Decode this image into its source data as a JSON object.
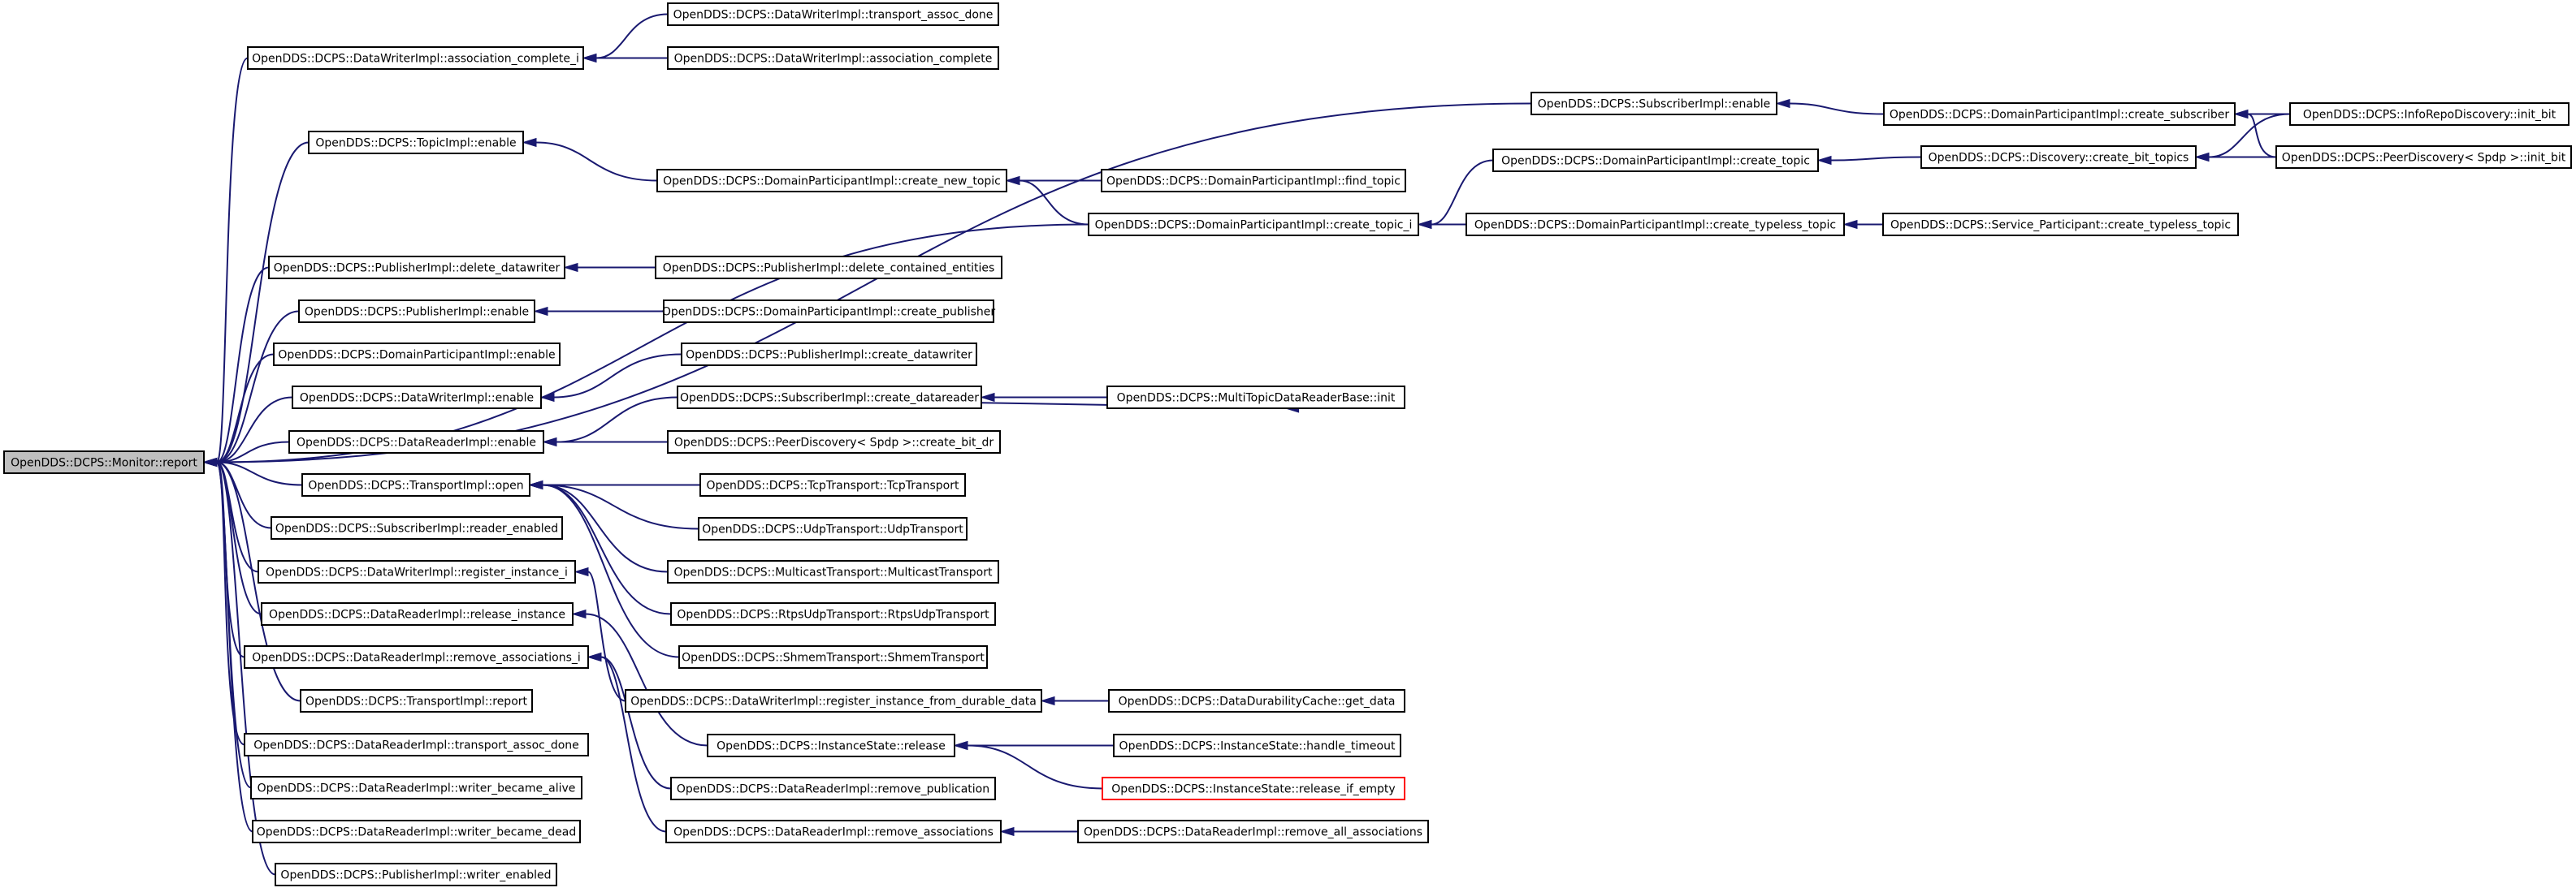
{
  "graph": {
    "direction": "right-to-left callers",
    "colors": {
      "edge": "#191970",
      "root_fill": "#bfbfbf",
      "highlight_border": "#ff0000",
      "node_border": "#000000"
    },
    "nodes": {
      "report": "OpenDDS::DCPS::Monitor::report",
      "dwi_assoc_complete_i": "OpenDDS::DCPS::DataWriterImpl::association_complete_i",
      "dwi_transport_assoc_done": "OpenDDS::DCPS::DataWriterImpl::transport_assoc_done",
      "dwi_assoc_complete": "OpenDDS::DCPS::DataWriterImpl::association_complete",
      "subi_enable": "OpenDDS::DCPS::SubscriberImpl::enable",
      "dpi_create_subscriber": "OpenDDS::DCPS::DomainParticipantImpl::create_subscriber",
      "inforepo_init_bit": "OpenDDS::DCPS::InfoRepoDiscovery::init_bit",
      "topici_enable": "OpenDDS::DCPS::TopicImpl::enable",
      "dpi_create_topic": "OpenDDS::DCPS::DomainParticipantImpl::create_topic",
      "disc_create_bit_topics": "OpenDDS::DCPS::Discovery::create_bit_topics",
      "peer_init_bit": "OpenDDS::DCPS::PeerDiscovery< Spdp >::init_bit",
      "dpi_create_new_topic": "OpenDDS::DCPS::DomainParticipantImpl::create_new_topic",
      "dpi_find_topic": "OpenDDS::DCPS::DomainParticipantImpl::find_topic",
      "dpi_create_topic_i": "OpenDDS::DCPS::DomainParticipantImpl::create_topic_i",
      "dpi_create_typeless_topic": "OpenDDS::DCPS::DomainParticipantImpl::create_typeless_topic",
      "sp_create_typeless_topic": "OpenDDS::DCPS::Service_Participant::create_typeless_topic",
      "pubi_delete_datawriter": "OpenDDS::DCPS::PublisherImpl::delete_datawriter",
      "pubi_delete_contained_entities": "OpenDDS::DCPS::PublisherImpl::delete_contained_entities",
      "pubi_enable": "OpenDDS::DCPS::PublisherImpl::enable",
      "dpi_create_publisher": "OpenDDS::DCPS::DomainParticipantImpl::create_publisher",
      "dpi_enable": "OpenDDS::DCPS::DomainParticipantImpl::enable",
      "pubi_create_datawriter": "OpenDDS::DCPS::PublisherImpl::create_datawriter",
      "dwi_enable": "OpenDDS::DCPS::DataWriterImpl::enable",
      "subi_create_datareader": "OpenDDS::DCPS::SubscriberImpl::create_datareader",
      "mtdrb_init": "OpenDDS::DCPS::MultiTopicDataReaderBase::init",
      "dri_enable": "OpenDDS::DCPS::DataReaderImpl::enable",
      "peer_create_bit_dr": "OpenDDS::DCPS::PeerDiscovery< Spdp >::create_bit_dr",
      "ti_open": "OpenDDS::DCPS::TransportImpl::open",
      "tcp_transport": "OpenDDS::DCPS::TcpTransport::TcpTransport",
      "subi_reader_enabled": "OpenDDS::DCPS::SubscriberImpl::reader_enabled",
      "udp_transport": "OpenDDS::DCPS::UdpTransport::UdpTransport",
      "dwi_register_instance_i": "OpenDDS::DCPS::DataWriterImpl::register_instance_i",
      "mcast_transport": "OpenDDS::DCPS::MulticastTransport::MulticastTransport",
      "dri_release_instance": "OpenDDS::DCPS::DataReaderImpl::release_instance",
      "rtps_transport": "OpenDDS::DCPS::RtpsUdpTransport::RtpsUdpTransport",
      "dri_remove_associations_i": "OpenDDS::DCPS::DataReaderImpl::remove_associations_i",
      "shmem_transport": "OpenDDS::DCPS::ShmemTransport::ShmemTransport",
      "ti_report": "OpenDDS::DCPS::TransportImpl::report",
      "dwi_register_from_durable": "OpenDDS::DCPS::DataWriterImpl::register_instance_from_durable_data",
      "ddc_get_data": "OpenDDS::DCPS::DataDurabilityCache::get_data",
      "dri_transport_assoc_done": "OpenDDS::DCPS::DataReaderImpl::transport_assoc_done",
      "is_release": "OpenDDS::DCPS::InstanceState::release",
      "is_handle_timeout": "OpenDDS::DCPS::InstanceState::handle_timeout",
      "dri_writer_became_alive": "OpenDDS::DCPS::DataReaderImpl::writer_became_alive",
      "is_release_if_empty": "OpenDDS::DCPS::InstanceState::release_if_empty",
      "dri_remove_publication": "OpenDDS::DCPS::DataReaderImpl::remove_publication",
      "dri_writer_became_dead": "OpenDDS::DCPS::DataReaderImpl::writer_became_dead",
      "dri_remove_associations": "OpenDDS::DCPS::DataReaderImpl::remove_associations",
      "dri_remove_all_associations": "OpenDDS::DCPS::DataReaderImpl::remove_all_associations",
      "pubi_writer_enabled": "OpenDDS::DCPS::PublisherImpl::writer_enabled"
    }
  }
}
